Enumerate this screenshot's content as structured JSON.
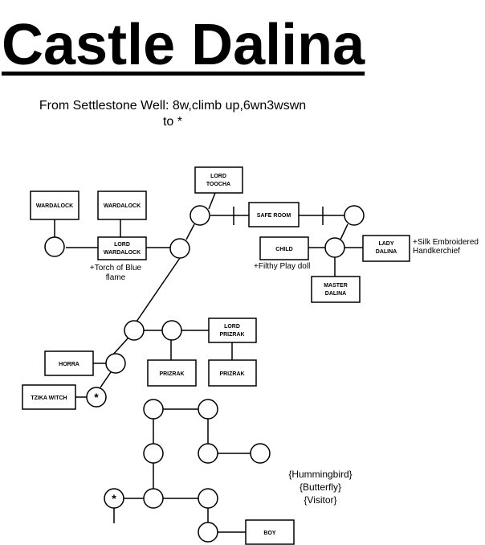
{
  "title": "Castle Dalina",
  "directions": {
    "line1": "From Settlestone Well: 8w,climb up,6wn3wswn",
    "line2": "to *"
  },
  "rooms": {
    "wardalock_1": "WARDALOCK",
    "wardalock_2": "WARDALOCK",
    "lord_wardalock": [
      "LORD",
      "WARDALOCK"
    ],
    "lord_toocha": [
      "LORD",
      "TOOCHA"
    ],
    "safe_room": "SAFE ROOM",
    "child": "CHILD",
    "lady_dalina": [
      "LADY",
      "DALINA"
    ],
    "master_dalina": [
      "MASTER",
      "DALINA"
    ],
    "lord_prizrak": [
      "LORD",
      "PRIZRAK"
    ],
    "prizrak_1": "PRIZRAK",
    "prizrak_2": "PRIZRAK",
    "horra": "HORRA",
    "tzika_witch": "TZIKA WITCH",
    "boy": "BOY"
  },
  "notes": {
    "torch": [
      "+Torch of Blue",
      "flame"
    ],
    "filthy_doll": "+Filthy Play doll",
    "silk": [
      "+Silk Embroidered",
      "Handkerchief"
    ]
  },
  "markers": {
    "start_star": "*",
    "lower_star": "*"
  },
  "animals": [
    "{Hummingbird}",
    "{Butterfly}",
    "{Visitor}"
  ]
}
